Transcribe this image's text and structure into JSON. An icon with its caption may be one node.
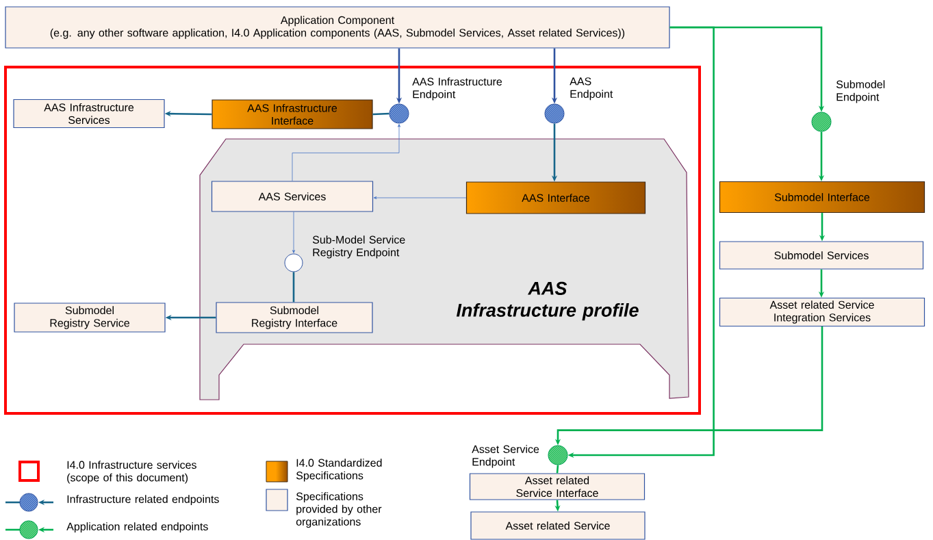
{
  "diagram": {
    "nodes": [
      {
        "text": [
          "Application Component",
          "(e.g. any other software application, I4.0 Application components (AAS, Submodel Services, Asset related Services))"
        ]
      },
      {
        "text": [],
        "shape": "box"
      },
      {
        "text": [
          "AAS Infrastructure Services"
        ],
        "in": 1
      },
      {
        "text": [
          "AAS Infrastructure Interface"
        ],
        "in": 1
      },
      {
        "text": [],
        "shape": "circle",
        "beside": [
          "AAS Infrastructure Endpoint"
        ],
        "in": 1
      },
      {
        "text": [],
        "shape": "circle",
        "beside": [
          "AAS Endpoint"
        ],
        "in": 1
      },
      {
        "text": [
          "AAS Infrastructure profile"
        ],
        "in": 1
      },
      {
        "text": [
          "AAS Services"
        ],
        "in": 6
      },
      {
        "text": [
          "AAS Interface"
        ],
        "in": 6
      },
      {
        "text": [],
        "shape": "circle",
        "beside": [
          "Sub-Model Service Registry Endpoint"
        ],
        "in": 6
      },
      {
        "text": [
          "Submodel Registry Interface"
        ],
        "in": 6
      },
      {
        "text": [
          "Submodel Registry Service"
        ],
        "in": 1
      },
      {
        "text": [],
        "shape": "circle",
        "beside": [
          "Submodel Endpoint"
        ]
      },
      {
        "text": [
          "Submodel Interface"
        ]
      },
      {
        "text": [
          "Submodel Services"
        ]
      },
      {
        "text": [
          "Asset related Service Integration Services"
        ]
      },
      {
        "text": [],
        "shape": "circle",
        "beside": [
          "Asset Service Endpoint"
        ]
      },
      {
        "text": [
          "Asset related Service Interface"
        ]
      },
      {
        "text": [
          "Asset related Service"
        ]
      }
    ],
    "edges": [
      {
        "from": 0,
        "to": 4,
        "arrow": "to",
        "color": "#2f52a0"
      },
      {
        "from": 0,
        "to": 5,
        "arrow": "to",
        "color": "#2f52a0"
      },
      {
        "from": 4,
        "to": 3,
        "arrow": "none",
        "color": "#17668a"
      },
      {
        "from": 3,
        "to": 2,
        "arrow": "to",
        "color": "#17668a"
      },
      {
        "from": 5,
        "to": 8,
        "arrow": "to",
        "color": "#17668a"
      },
      {
        "from": 8,
        "to": 7,
        "arrow": "to",
        "color": "#4472c4"
      },
      {
        "from": 7,
        "to": 4,
        "arrow": "to",
        "color": "#4472c4"
      },
      {
        "from": 7,
        "to": 9,
        "arrow": "to",
        "color": "#4472c4"
      },
      {
        "from": 9,
        "to": 10,
        "arrow": "none",
        "color": "#17668a"
      },
      {
        "from": 10,
        "to": 11,
        "arrow": "to",
        "color": "#17668a"
      },
      {
        "from": 0,
        "to": 12,
        "arrow": "to"
      },
      {
        "from": 12,
        "to": 13,
        "arrow": "to"
      },
      {
        "from": 13,
        "to": 14,
        "arrow": "to"
      },
      {
        "from": 14,
        "to": 15,
        "arrow": "to"
      },
      {
        "from": 15,
        "to": 16,
        "arrow": "to"
      },
      {
        "from": 0,
        "to": 16,
        "arrow": "to"
      },
      {
        "from": 16,
        "to": 17,
        "arrow": "none"
      },
      {
        "from": 17,
        "to": 18,
        "arrow": "to"
      }
    ],
    "legend": [
      {
        "text": "I4.0 Infrastructure services (scope of this document)"
      },
      {
        "text": "Infrastructure related endpoints"
      },
      {
        "text": "Application related endpoints"
      },
      {
        "text": "I4.0 Standardized Specifications",
        "color": "#ff9f00"
      },
      {
        "text": "Specifications provided by other organizations",
        "color": "#fbf1e9"
      }
    ]
  }
}
